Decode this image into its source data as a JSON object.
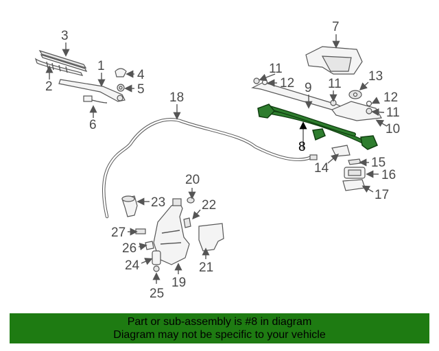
{
  "callouts": {
    "p1": "1",
    "p2": "2",
    "p3": "3",
    "p4": "4",
    "p5": "5",
    "p6": "6",
    "p7": "7",
    "p8": "8",
    "p9": "9",
    "p10": "10",
    "p11a": "11",
    "p11b": "11",
    "p11c": "11",
    "p12a": "12",
    "p12b": "12",
    "p13": "13",
    "p14": "14",
    "p15": "15",
    "p16": "16",
    "p17": "17",
    "p18": "18",
    "p19": "19",
    "p20": "20",
    "p21": "21",
    "p22": "22",
    "p23": "23",
    "p24": "24",
    "p25": "25",
    "p26": "26",
    "p27": "27"
  },
  "highlight": {
    "part": "8",
    "color": "#2e7d2e"
  },
  "banner": {
    "color": "#1e7b12",
    "line1": "Part or sub-assembly is #8 in diagram",
    "line2": "Diagram may not be specific to your vehicle"
  }
}
